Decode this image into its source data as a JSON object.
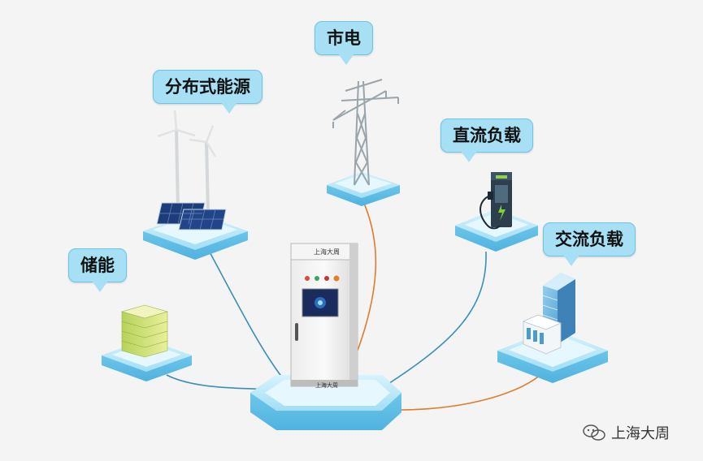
{
  "labels": {
    "grid": "市电",
    "distributed": "分布式能源",
    "dc_load": "直流负载",
    "storage": "储能",
    "ac_load": "交流负载"
  },
  "cabinet": {
    "brand": "上海大周",
    "foot_brand": "上海大周"
  },
  "watermark": "上海大周",
  "colors": {
    "bubble_fill": "#a7dff4",
    "platform_top": "#bfe9f8",
    "platform_side": "#6cc6ea",
    "line_blue": "#3a8fb8",
    "line_orange": "#e07a2c"
  },
  "icons": [
    "transmission-tower-icon",
    "wind-turbine-icon",
    "solar-panel-icon",
    "ev-charger-icon",
    "building-icon",
    "battery-stack-icon",
    "cabinet-icon",
    "wechat-icon"
  ]
}
